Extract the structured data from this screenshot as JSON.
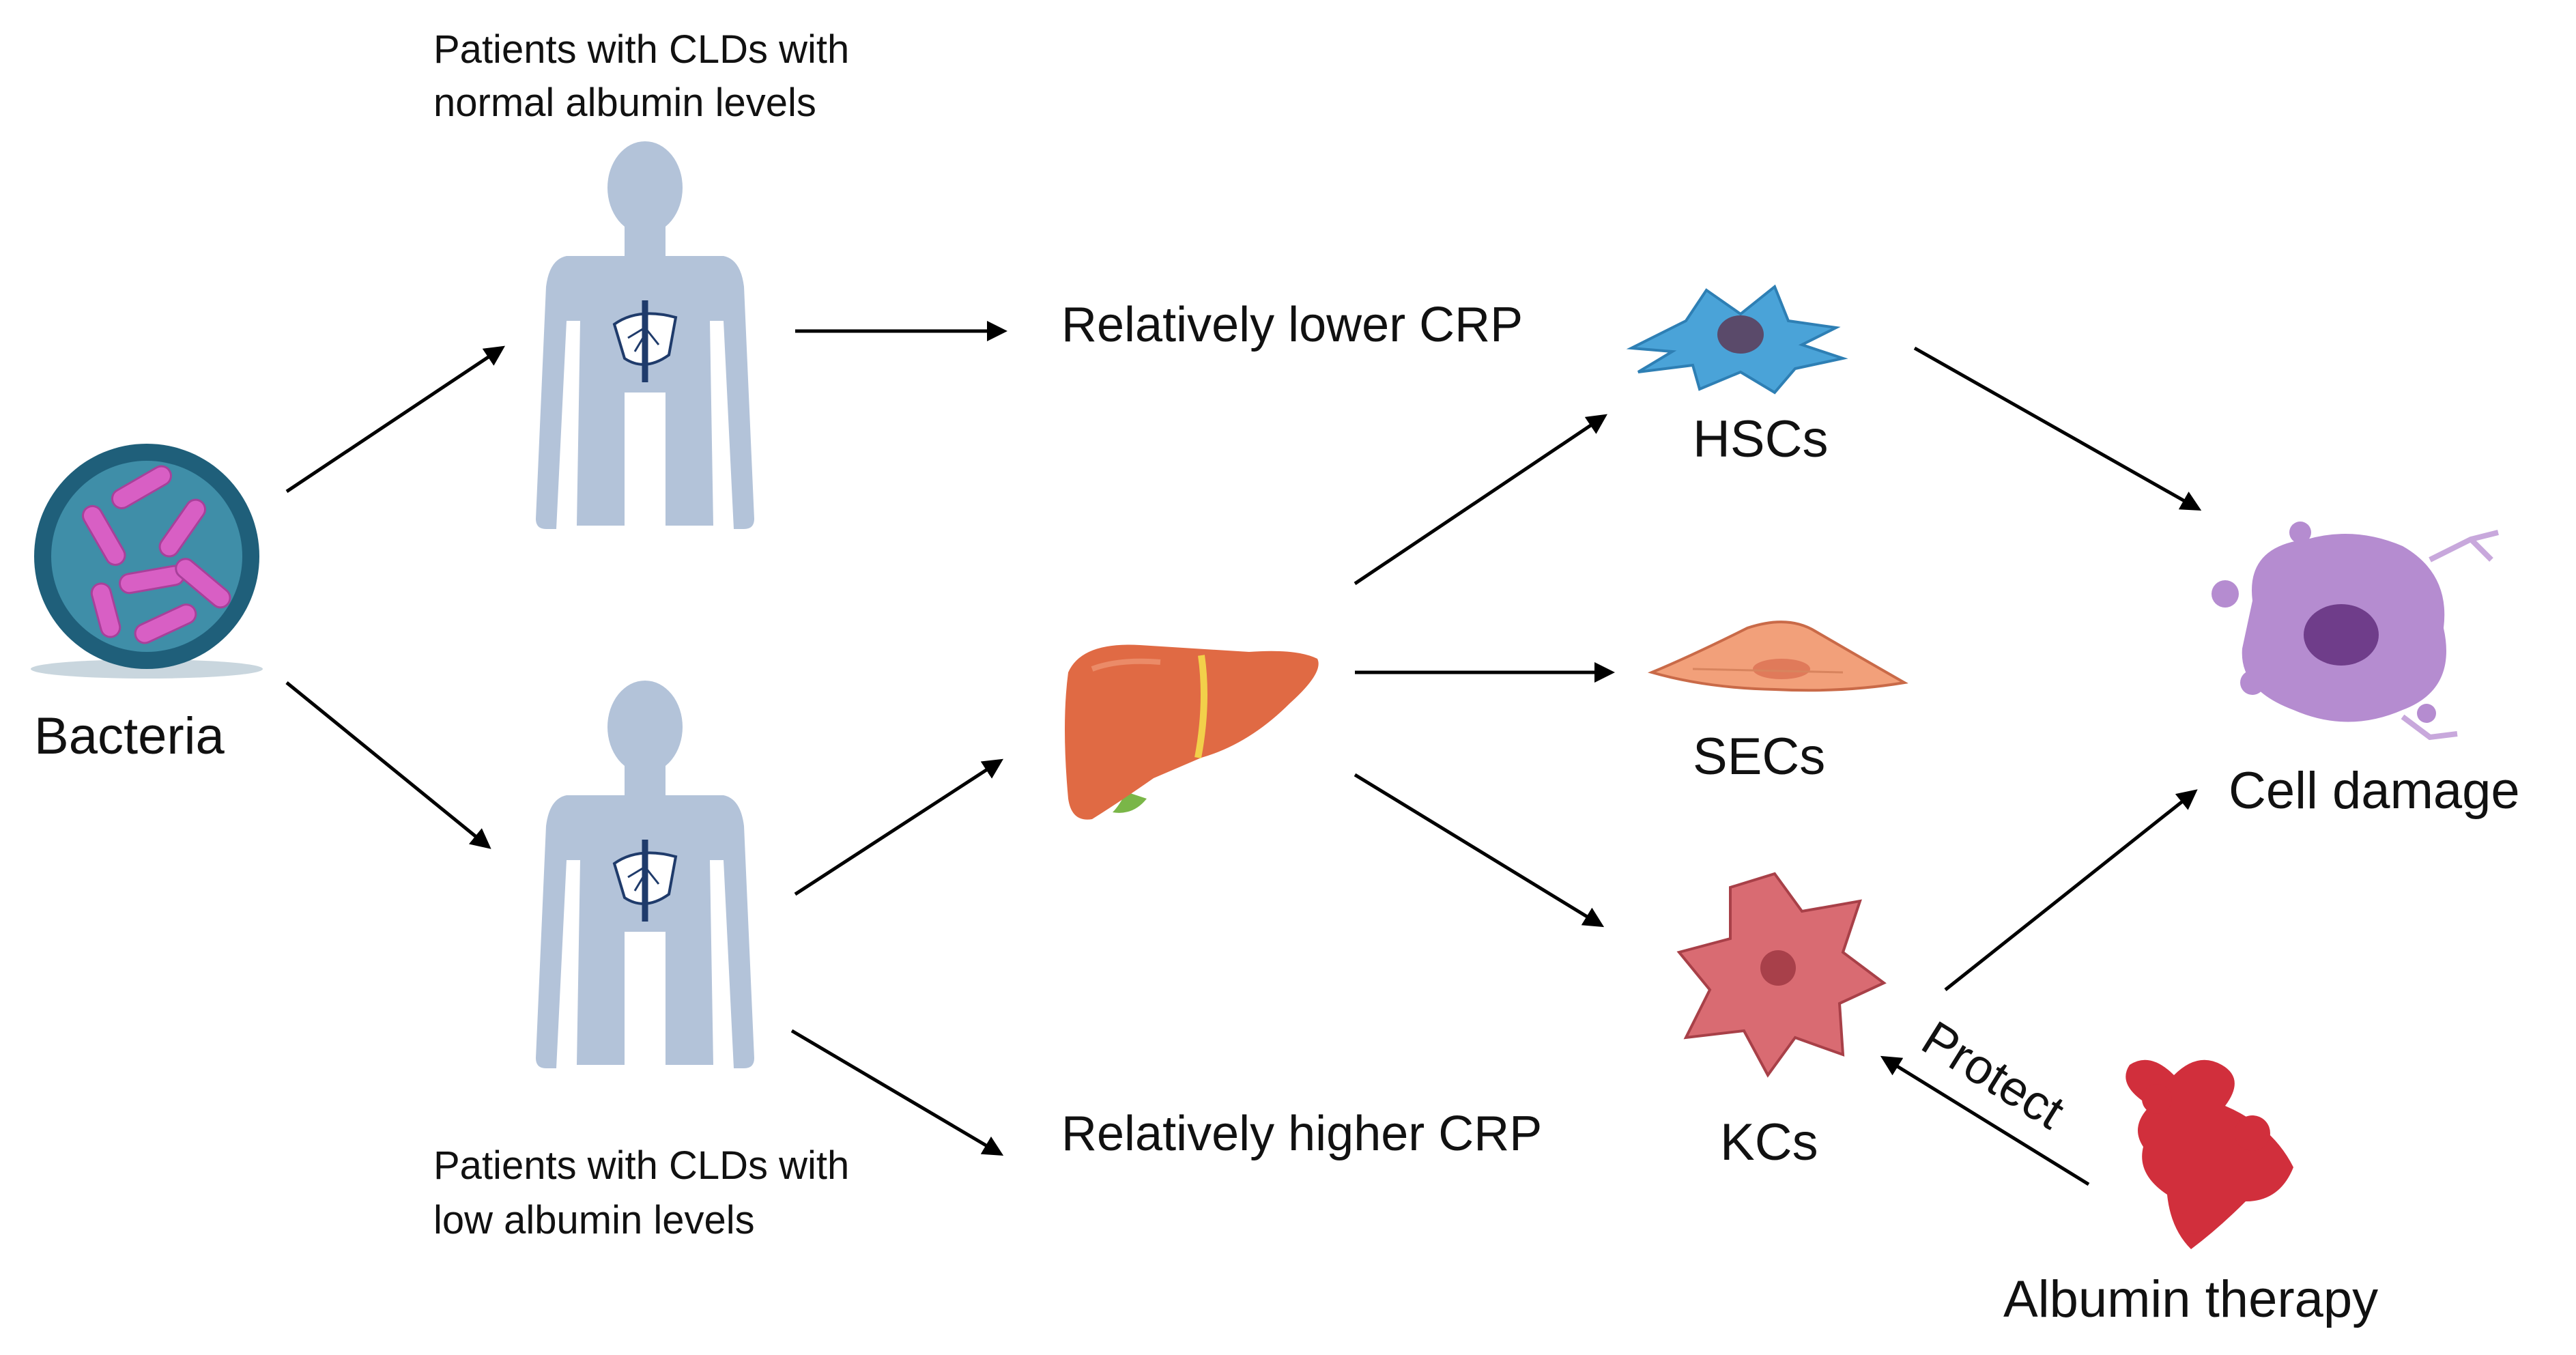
{
  "labels": {
    "bacteria": "Bacteria",
    "patients_normal_line1": "Patients with CLDs with",
    "patients_normal_line2": "normal albumin levels",
    "patients_low_line1": "Patients with CLDs with",
    "patients_low_line2": "low albumin levels",
    "lower_crp": "Relatively lower CRP",
    "higher_crp": "Relatively higher CRP",
    "hscs": "HSCs",
    "secs": "SECs",
    "kcs": "KCs",
    "cell_damage": "Cell damage",
    "albumin_therapy": "Albumin therapy",
    "protect": "Protect"
  },
  "colors": {
    "silhouette": "#b3c3d9",
    "bacteria_bg": "#1f5f7a",
    "bacteria_rod": "#d85fc4",
    "liver": "#e06a44",
    "hsc": "#4aa3d8",
    "sec": "#f2a07a",
    "kc": "#d96b72",
    "damaged_cell": "#b58cd0",
    "albumin": "#d12f3c",
    "arrow": "#000000"
  }
}
